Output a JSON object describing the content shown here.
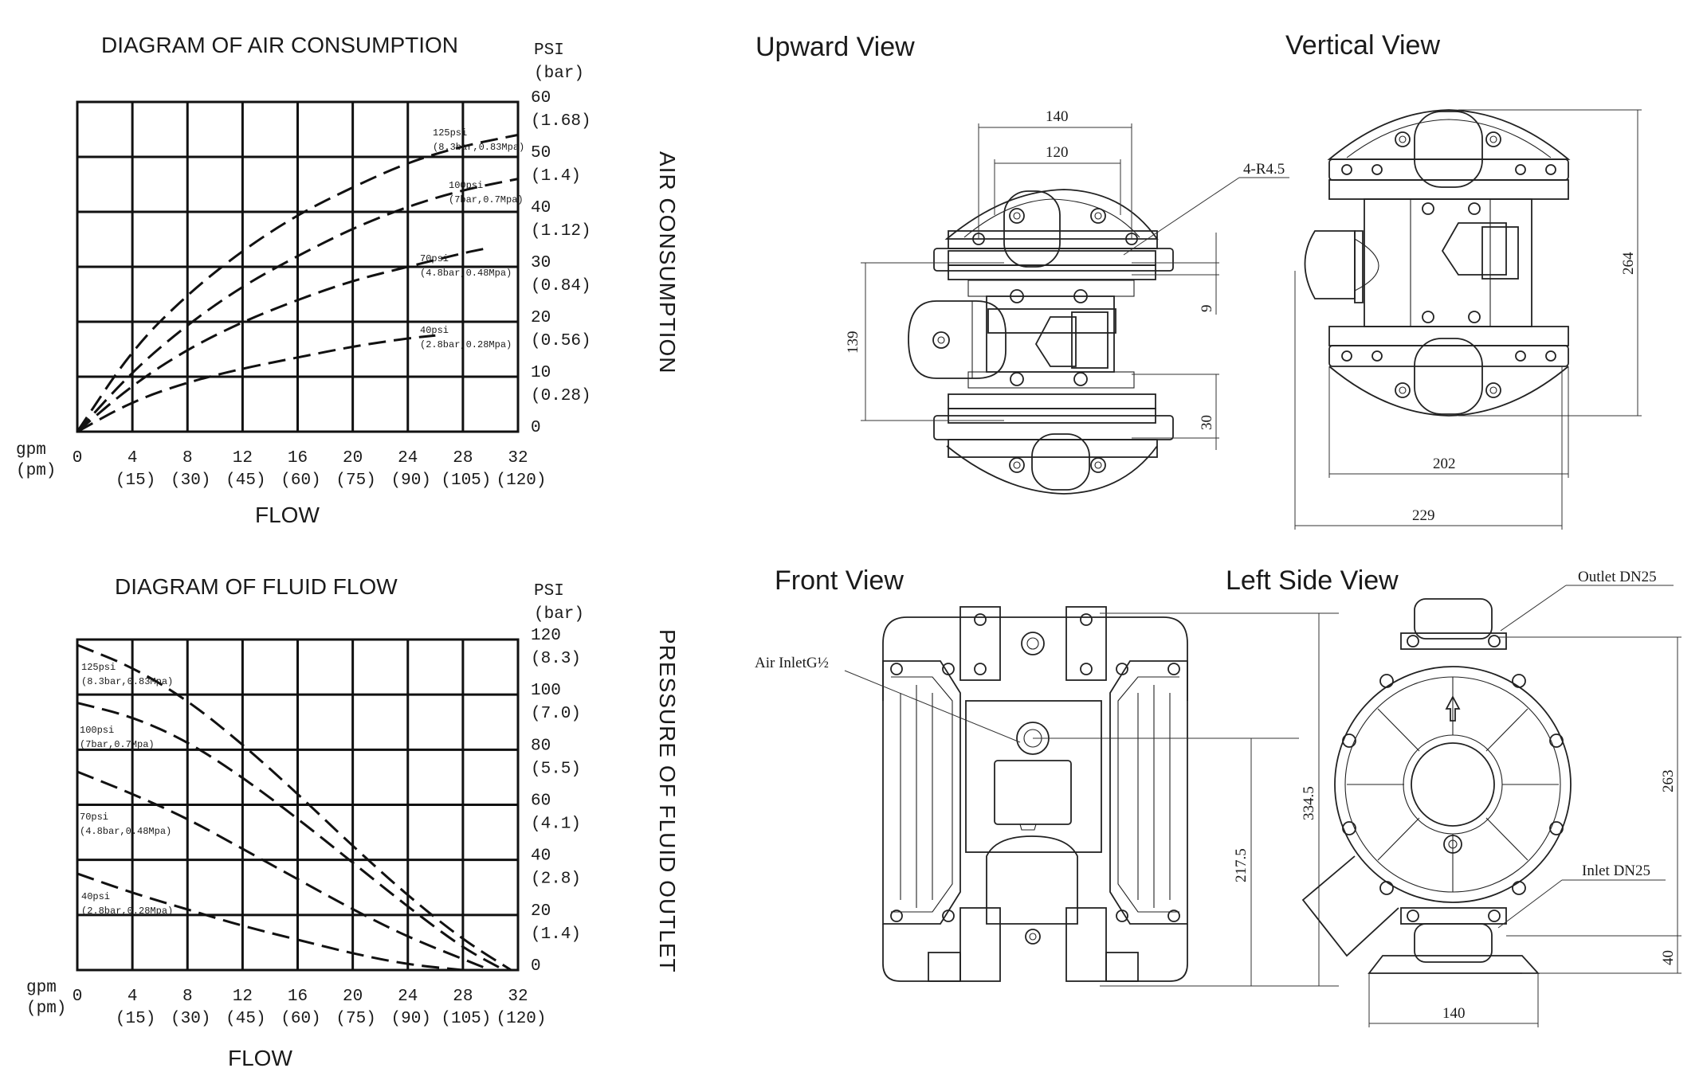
{
  "colors": {
    "ink": "#1a1a1a",
    "background": "#ffffff"
  },
  "charts": {
    "air": {
      "title": "DIAGRAM OF AIR CONSUMPTION",
      "xlabel": "FLOW",
      "ylabel": "AIR CONSUMPTION",
      "unit_top": "PSI",
      "unit_sub": "(bar)",
      "x_unit_top": "gpm",
      "x_unit_sub": "(pm)"
    },
    "fluid": {
      "title": "DIAGRAM OF FLUID FLOW",
      "xlabel": "FLOW",
      "ylabel": "PRESSURE OF FLUID OUTLET",
      "unit_top": "PSI",
      "unit_sub": "(bar)",
      "x_unit_top": "gpm",
      "x_unit_sub": "(pm)"
    }
  },
  "chart_data": [
    {
      "type": "line",
      "title": "DIAGRAM OF AIR CONSUMPTION",
      "xlabel": "FLOW",
      "ylabel": "AIR CONSUMPTION",
      "xlim": [
        0,
        32
      ],
      "ylim": [
        0,
        60
      ],
      "x_ticks": [
        "0",
        "4",
        "8",
        "12",
        "16",
        "20",
        "24",
        "28",
        "32"
      ],
      "x_ticks_sub": [
        "",
        "(15)",
        "(30)",
        "(45)",
        "(60)",
        "(75)",
        "(90)",
        "(105)",
        "(120)"
      ],
      "y_ticks": [
        "0",
        "10",
        "20",
        "30",
        "40",
        "50",
        "60"
      ],
      "y_ticks_sub": [
        "",
        "(0.28)",
        "(0.56)",
        "(0.84)",
        "(1.12)",
        "(1.4)",
        "(1.68)"
      ],
      "grid": true,
      "series": [
        {
          "name": "125psi",
          "sub": "(8.3bar,0.83Mpa)",
          "x": [
            0,
            4,
            8,
            12,
            16,
            20,
            24,
            28,
            32
          ],
          "y": [
            0,
            15,
            25,
            33,
            39.5,
            44.5,
            49,
            52,
            54
          ]
        },
        {
          "name": "100psi",
          "sub": "(7bar,0.7Mpa)",
          "x": [
            0,
            4,
            8,
            12,
            16,
            20,
            24,
            28,
            32
          ],
          "y": [
            0,
            11,
            19.5,
            26.5,
            32,
            37,
            41,
            44,
            46
          ]
        },
        {
          "name": "70psi",
          "sub": "(4.8bar,0.48Mpa)",
          "x": [
            0,
            4,
            8,
            12,
            16,
            20,
            24,
            28,
            30
          ],
          "y": [
            0,
            8.5,
            15,
            20,
            24,
            27.5,
            30,
            32.5,
            33.5
          ]
        },
        {
          "name": "40psi",
          "sub": "(2.8bar,0.28Mpa)",
          "x": [
            0,
            4,
            8,
            12,
            16,
            20,
            24,
            26
          ],
          "y": [
            0,
            5.5,
            9,
            11.5,
            13.5,
            15.5,
            17,
            17.5
          ]
        }
      ]
    },
    {
      "type": "line",
      "title": "DIAGRAM OF FLUID FLOW",
      "xlabel": "FLOW",
      "ylabel": "PRESSURE OF FLUID OUTLET",
      "xlim": [
        0,
        32
      ],
      "ylim": [
        0,
        120
      ],
      "x_ticks": [
        "0",
        "4",
        "8",
        "12",
        "16",
        "20",
        "24",
        "28",
        "32"
      ],
      "x_ticks_sub": [
        "",
        "(15)",
        "(30)",
        "(45)",
        "(60)",
        "(75)",
        "(90)",
        "(105)",
        "(120)"
      ],
      "y_ticks": [
        "0",
        "20",
        "40",
        "60",
        "80",
        "100",
        "120"
      ],
      "y_ticks_sub": [
        "",
        "(1.4)",
        "(2.8)",
        "(4.1)",
        "(5.5)",
        "(7.0)",
        "(8.3)"
      ],
      "grid": true,
      "series": [
        {
          "name": "125psi",
          "sub": "(8.3bar,0.83Mpa)",
          "x": [
            0,
            4,
            8,
            12,
            16,
            20,
            24,
            28,
            31.5
          ],
          "y": [
            118,
            110,
            98,
            82,
            64,
            45,
            27,
            11,
            0
          ]
        },
        {
          "name": "100psi",
          "sub": "(7bar,0.7Mpa)",
          "x": [
            0,
            4,
            8,
            12,
            16,
            20,
            24,
            28,
            31
          ],
          "y": [
            97,
            92,
            83,
            70,
            55,
            39,
            23,
            8,
            0
          ]
        },
        {
          "name": "70psi",
          "sub": "(4.8bar,0.48Mpa)",
          "x": [
            0,
            4,
            8,
            12,
            16,
            20,
            24,
            28,
            30
          ],
          "y": [
            72,
            64,
            55,
            44,
            33,
            22,
            12,
            4,
            0
          ]
        },
        {
          "name": "40psi",
          "sub": "(2.8bar,0.28Mpa)",
          "x": [
            0,
            4,
            8,
            12,
            16,
            20,
            24,
            28
          ],
          "y": [
            35,
            28,
            22,
            16,
            11,
            6,
            2,
            0
          ]
        }
      ]
    }
  ],
  "views": {
    "upward": "Upward View",
    "vertical": "Vertical View",
    "front": "Front View",
    "left_side": "Left Side View"
  },
  "dimensions": {
    "up_140": "140",
    "up_120": "120",
    "up_r": "4-R4.5",
    "up_139": "139",
    "up_9": "9",
    "up_30": "30",
    "vt_264": "264",
    "vt_202": "202",
    "vt_229": "229",
    "fr_air_inlet": "Air InletG½",
    "fr_334": "334.5",
    "fr_217": "217.5",
    "ls_outlet": "Outlet DN25",
    "ls_inlet": "Inlet DN25",
    "ls_263": "263",
    "ls_40": "40",
    "ls_140": "140"
  }
}
